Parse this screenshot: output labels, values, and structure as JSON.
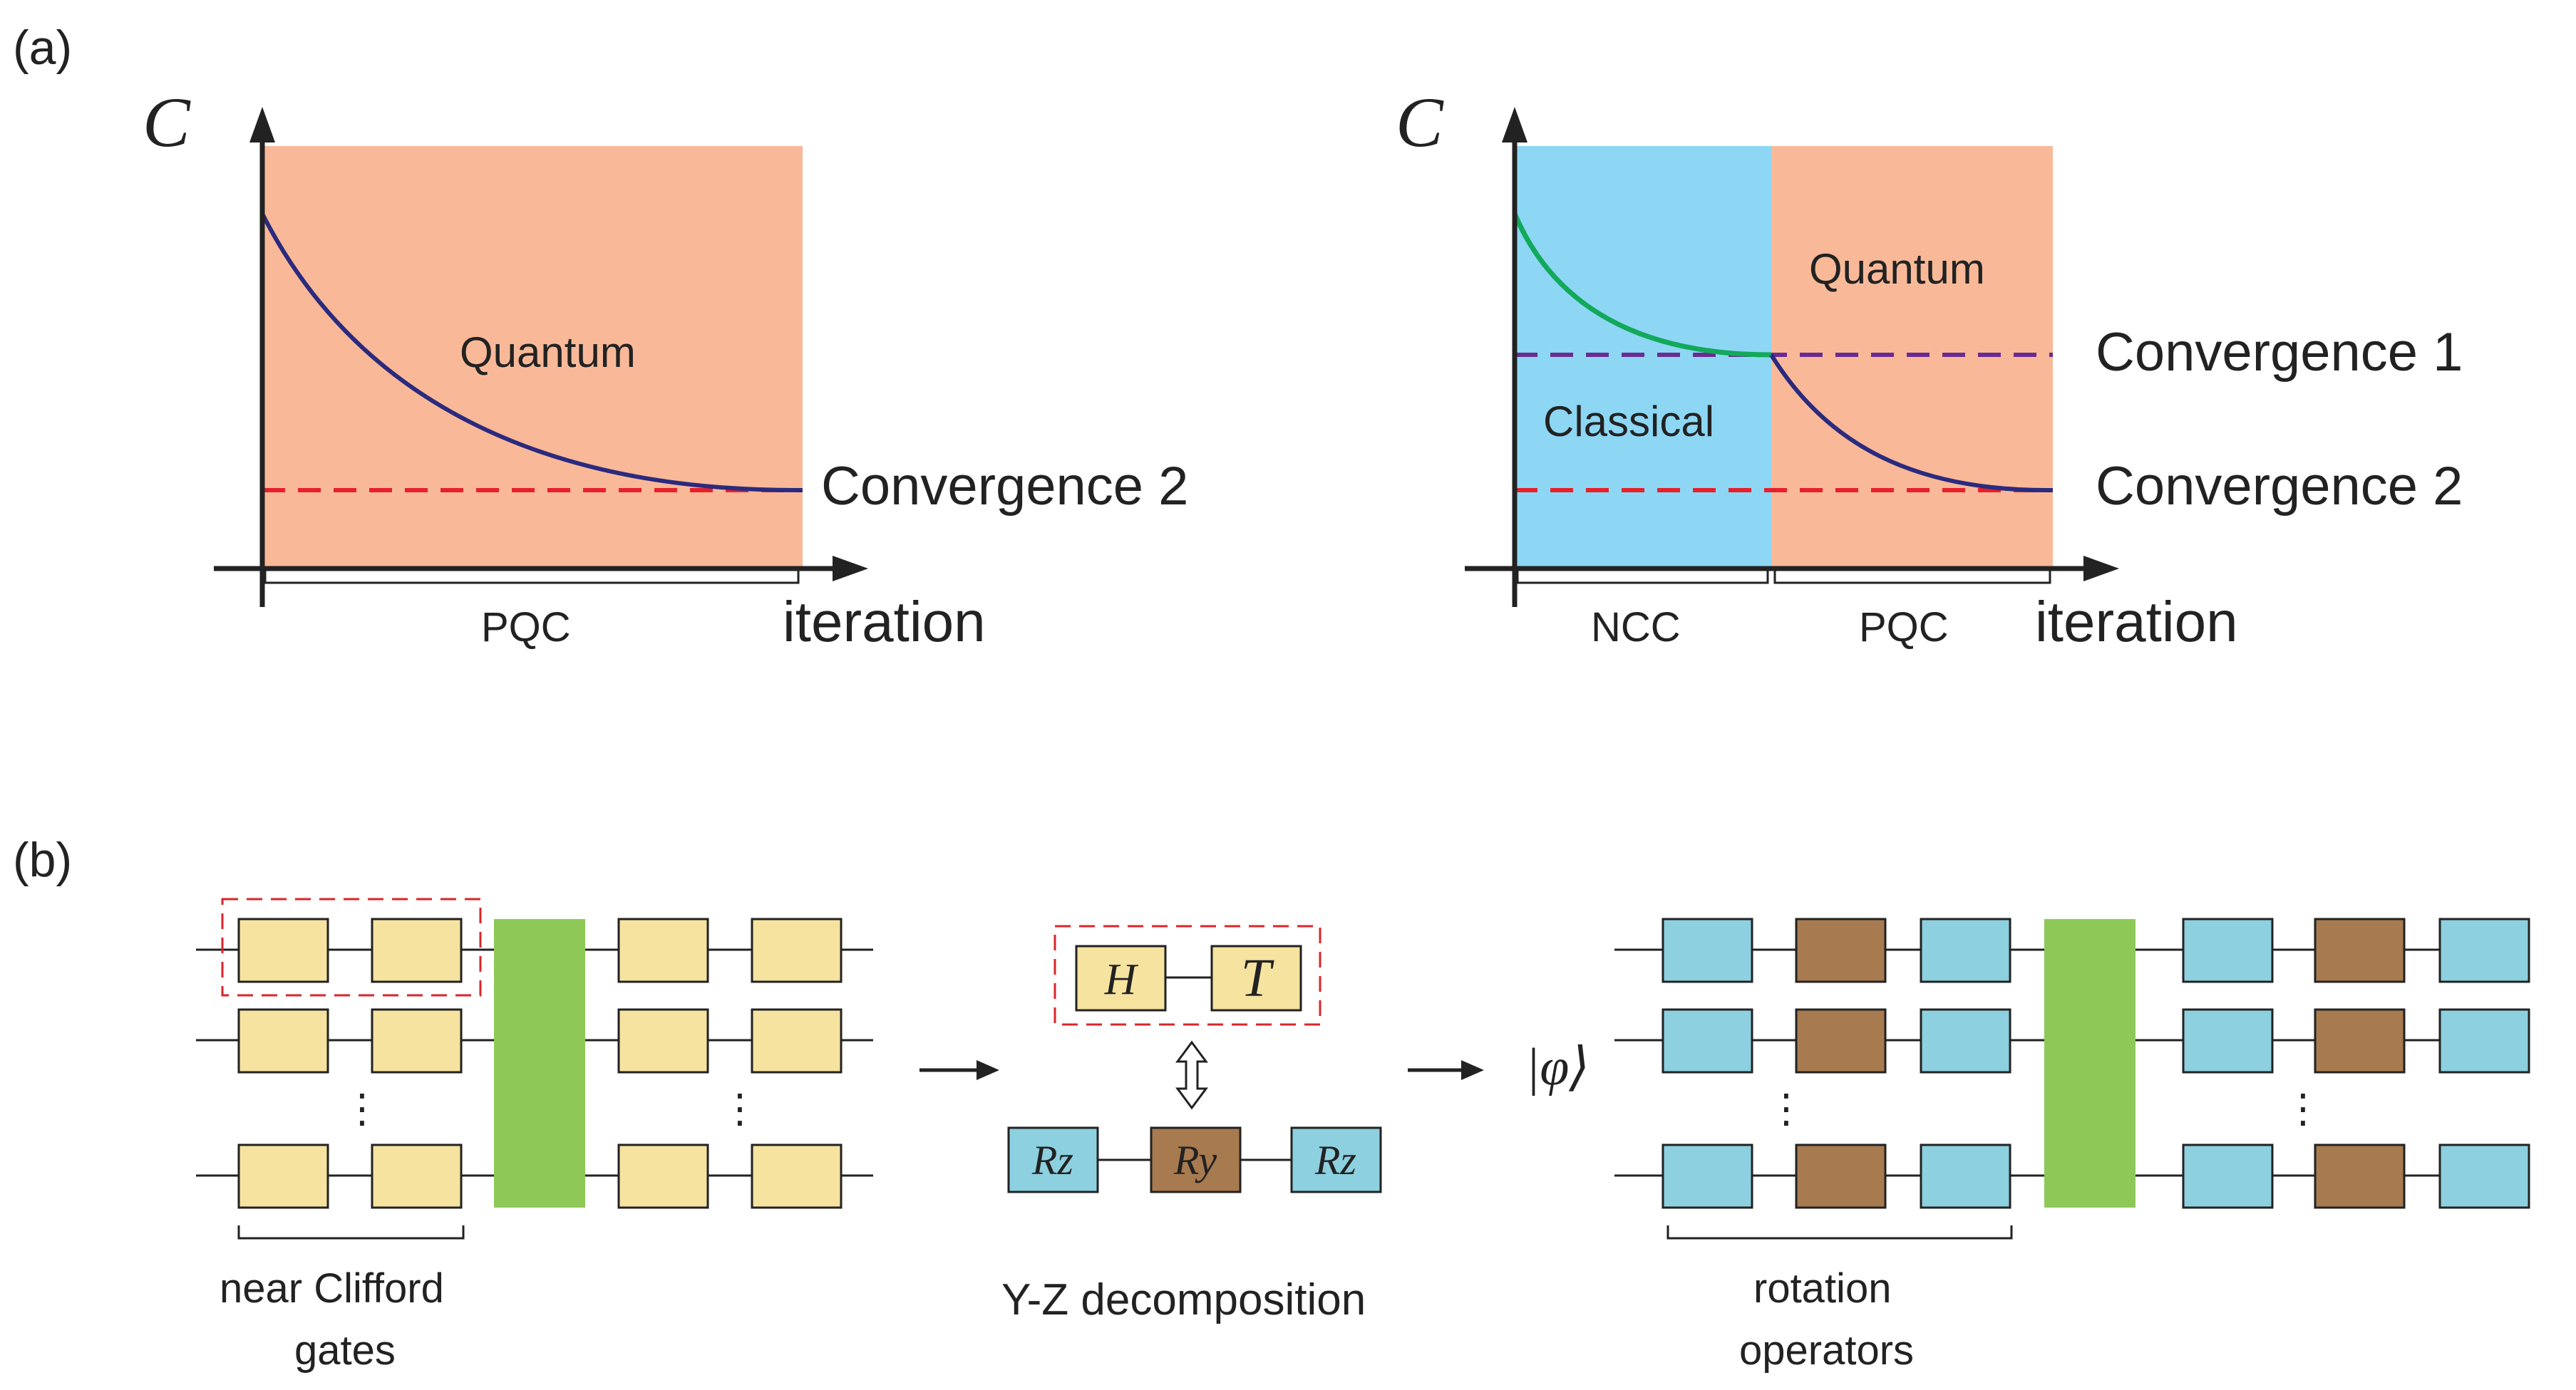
{
  "panel_a": {
    "label": "(a)",
    "left_plot": {
      "y_label": "C",
      "x_label": "iteration",
      "region_label": "Quantum",
      "brace_label": "PQC",
      "convergence_label": "Convergence 2"
    },
    "right_plot": {
      "y_label": "C",
      "x_label": "iteration",
      "classical_label": "Classical",
      "quantum_label": "Quantum",
      "brace_left_label": "NCC",
      "brace_right_label": "PQC",
      "convergence1_label": "Convergence 1",
      "convergence2_label": "Convergence 2"
    }
  },
  "panel_b": {
    "label": "(b)",
    "left_caption_line1": "near Clifford",
    "left_caption_line2": "gates",
    "middle": {
      "gate_h": "H",
      "gate_t": "T",
      "gate_rz_left": "Rz",
      "gate_ry": "Ry",
      "gate_rz_right": "Rz",
      "caption": "Y-Z decomposition"
    },
    "ket": "|φ⟩",
    "right_caption_line1": "rotation",
    "right_caption_line2": "operators",
    "dots": "⋮"
  },
  "colors": {
    "quantum_bg": "#F9B998",
    "classical_bg": "#8DD7F5",
    "curve_blue": "#2B2A7E",
    "curve_green": "#12A95A",
    "conv1_dash": "#6A2C91",
    "conv2_dash": "#E8202A",
    "gate_yellow": "#F6E3A0",
    "gate_cyan": "#8DD0E0",
    "gate_brown": "#A87A4F",
    "entangler_green": "#8EC957",
    "box_dash": "#D9262A"
  },
  "icons": [
    "right-arrow-icon",
    "double-arrow-icon"
  ]
}
